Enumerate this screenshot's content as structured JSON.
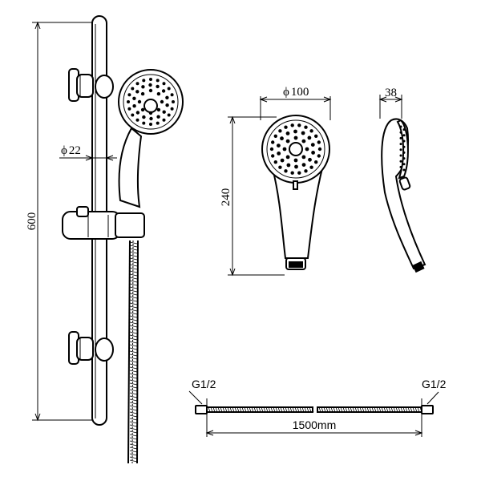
{
  "dimensions": {
    "rail_height": "600",
    "rail_diameter": "22",
    "diameter_symbol": "ϕ",
    "head_diameter": "100",
    "handle_length": "240",
    "head_thickness": "38",
    "hose_length": "1500mm",
    "hose_left_thread": "G1/2",
    "hose_right_thread": "G1/2"
  }
}
